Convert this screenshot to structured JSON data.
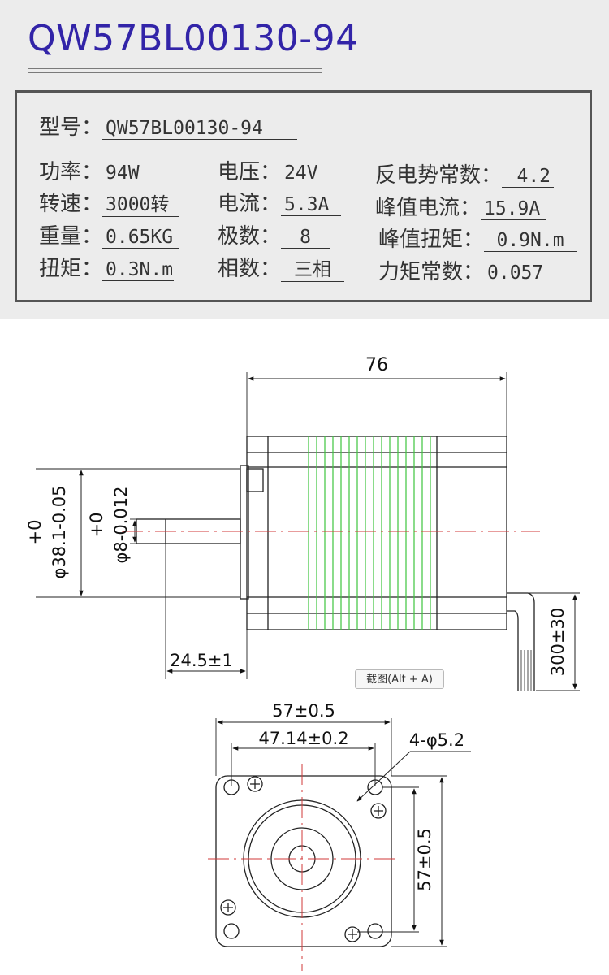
{
  "header": {
    "model_title": "QW57BL00130-94"
  },
  "specs": {
    "model": {
      "label": "型号：",
      "value": "QW57BL00130-94"
    },
    "power": {
      "label": "功率：",
      "value": "94W"
    },
    "voltage": {
      "label": "电压：",
      "value": "24V"
    },
    "back_emf": {
      "label": "反电势常数：",
      "value": "4.2"
    },
    "speed": {
      "label": "转速：",
      "value": "3000转"
    },
    "current": {
      "label": "电流：",
      "value": "5.3A"
    },
    "peak_current": {
      "label": "峰值电流：",
      "value": "15.9A"
    },
    "weight": {
      "label": "重量：",
      "value": "0.65KG"
    },
    "poles": {
      "label": "极数：",
      "value": "8"
    },
    "peak_torque": {
      "label": "峰值扭矩：",
      "value": "0.9N.m"
    },
    "torque": {
      "label": "扭矩：",
      "value": "0.3N.m"
    },
    "phases": {
      "label": "相数：",
      "value": "三相"
    },
    "torque_constant": {
      "label": "力矩常数：",
      "value": "0.057"
    }
  },
  "side_view": {
    "length_dim": "76",
    "flange_tol": "+0",
    "flange_dia": "φ38.1-0.05",
    "shaft_tol": "+0",
    "shaft_dia": "φ8-0.012",
    "shaft_len": "24.5±1",
    "lead_len": "300±30"
  },
  "front_view": {
    "width_dim": "57±0.5",
    "hole_spacing": "47.14±0.2",
    "hole_callout": "4-φ5.2",
    "height_dim": "57±0.5"
  },
  "screenshot_tooltip": "截图(Alt + A)",
  "colors": {
    "title": "#3224a8",
    "centerline": "#d23a3a",
    "laminations": "#3ec43e",
    "outline": "#222222"
  }
}
